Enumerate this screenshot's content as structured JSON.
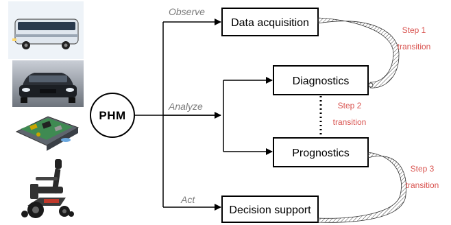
{
  "hub": {
    "label": "PHM"
  },
  "edges": {
    "observe": "Observe",
    "analyze": "Analyze",
    "act": "Act"
  },
  "boxes": {
    "data_acquisition": "Data acquisition",
    "diagnostics": "Diagnostics",
    "prognostics": "Prognostics",
    "decision_support": "Decision support"
  },
  "steps": [
    {
      "title": "Step 1",
      "subtitle": "transition"
    },
    {
      "title": "Step 2",
      "subtitle": "transition"
    },
    {
      "title": "Step 3",
      "subtitle": "transition"
    }
  ],
  "colors": {
    "step_text": "#d9534f",
    "edge_text": "#7a7a7a",
    "stroke": "#000000"
  },
  "images": [
    {
      "name": "bus-image"
    },
    {
      "name": "car-image"
    },
    {
      "name": "electronics-board-image"
    },
    {
      "name": "wheelchair-image"
    }
  ]
}
